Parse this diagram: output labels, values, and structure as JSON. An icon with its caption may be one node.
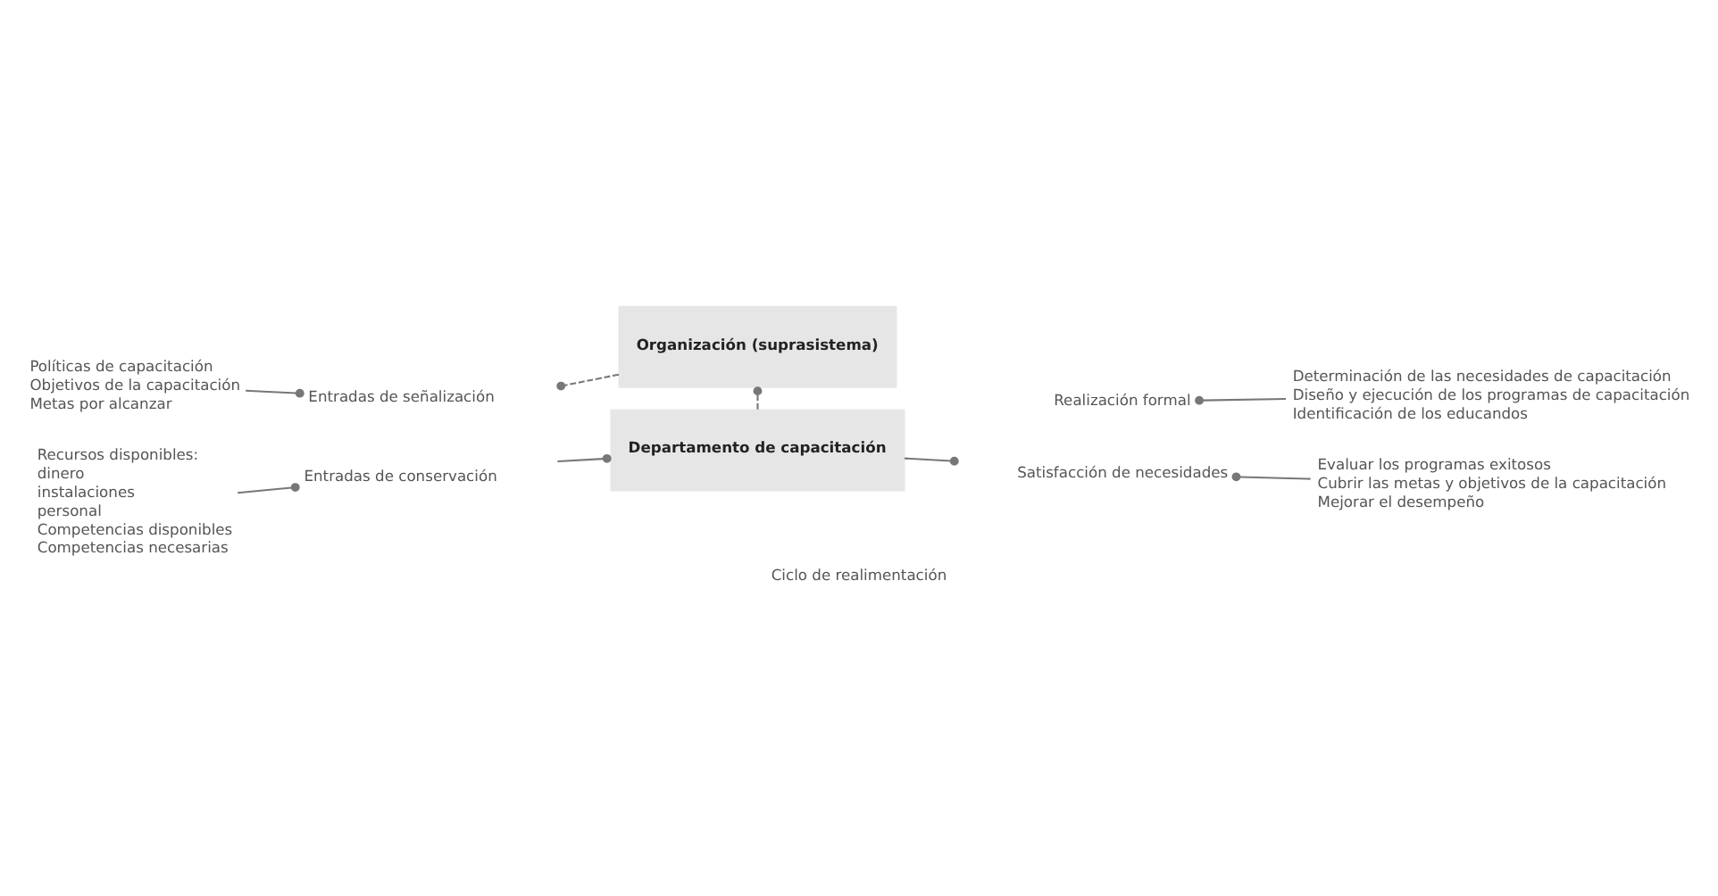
{
  "diagram": {
    "caption": "Ciclo de realimentación",
    "nodes": [
      {
        "text": [
          "Organización (suprasistema)"
        ]
      },
      {
        "text": [
          "Departamento de capacitación"
        ]
      },
      {
        "text": [
          "Políticas de capacitación",
          "Objetivos de la capacitación",
          "Metas por alcanzar"
        ]
      },
      {
        "text": [
          "Entradas de señalización"
        ]
      },
      {
        "text": [
          "Entradas de conservación"
        ]
      },
      {
        "text": [
          "Recursos disponibles:",
          "dinero",
          "instalaciones",
          "personal",
          "Competencias disponibles",
          "Competencias necesarias"
        ]
      },
      {
        "text": [
          "Determinación de las necesidades de capacitación",
          "Diseño y ejecución de los programas de capacitación",
          "Identificación de los educandos"
        ]
      },
      {
        "text": [
          "Realización formal"
        ]
      },
      {
        "text": [
          "Satisfacción de necesidades"
        ]
      },
      {
        "text": [
          "Evaluar los programas exitosos",
          "Cubrir las metas y objetivos de la capacitación",
          "Mejorar el desempeño"
        ]
      }
    ],
    "edges": [
      {
        "from": 2,
        "to": 3,
        "arrow": "other"
      },
      {
        "from": 5,
        "to": 4,
        "arrow": "other"
      },
      {
        "from": null,
        "to": 1,
        "arrow": "other"
      },
      {
        "from": 1,
        "to": null,
        "arrow": "other"
      },
      {
        "from": 6,
        "to": 7,
        "arrow": "other"
      },
      {
        "from": 9,
        "to": 8,
        "arrow": "other"
      },
      {
        "from": 1,
        "to": 0,
        "arrow": "other",
        "style": "dashed"
      },
      {
        "from": 0,
        "to": null,
        "arrow": "other",
        "style": "dashed"
      }
    ]
  }
}
